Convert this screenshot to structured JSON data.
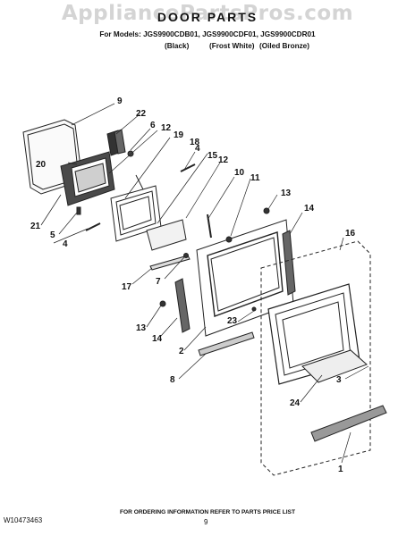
{
  "watermark": "AppliancePartsPros.com",
  "header": {
    "title": "DOOR PARTS",
    "models_line": "For Models: JGS9900CDB01, JGS9900CDF01, JGS9900CDR01",
    "colors": [
      "(Black)",
      "(Frost White)",
      "(Oiled Bronze)"
    ]
  },
  "callouts": [
    "9",
    "22",
    "6",
    "12",
    "19",
    "20",
    "4",
    "15",
    "12",
    "18",
    "10",
    "11",
    "13",
    "14",
    "16",
    "21",
    "5",
    "4",
    "17",
    "7",
    "13",
    "14",
    "2",
    "23",
    "8",
    "24",
    "3",
    "1"
  ],
  "footer": {
    "ordering_note": "FOR ORDERING INFORMATION REFER TO PARTS PRICE LIST",
    "doc_number": "W10473463",
    "page_number": "9"
  }
}
